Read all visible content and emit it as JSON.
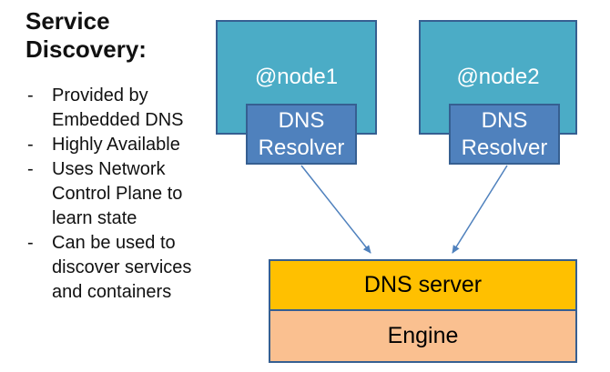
{
  "slide": {
    "title": "Service\nDiscovery:",
    "bullet_marker": "-",
    "bullets": [
      "Provided by Embedded DNS",
      "Highly Available",
      "Uses Network Control Plane to learn state",
      "Can be used to discover services and containers"
    ]
  },
  "diagram": {
    "node1": {
      "label": "@node1"
    },
    "node2": {
      "label": "@node2"
    },
    "resolver1": {
      "label": "DNS Resolver"
    },
    "resolver2": {
      "label": "DNS Resolver"
    },
    "dns_server": {
      "label": "DNS server"
    },
    "engine": {
      "label": "Engine"
    },
    "colors": {
      "node_fill": "#4BACC6",
      "resolver_fill": "#4F81BD",
      "dns_server_fill": "#FFC000",
      "engine_fill": "#FAC090",
      "border": "#365F91",
      "arrow": "#4F81BD"
    }
  }
}
